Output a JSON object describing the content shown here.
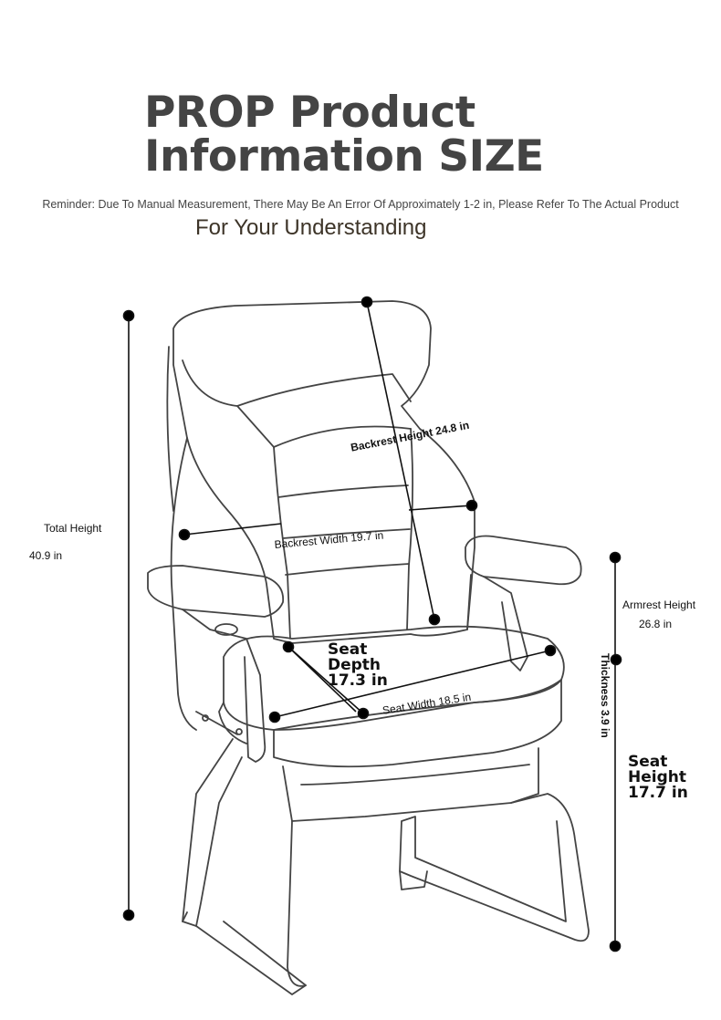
{
  "title": {
    "line1": "PROP Product",
    "line2": "Information SIZE"
  },
  "reminder": "Reminder: Due To Manual Measurement, There May Be An Error Of Approximately 1-2 in, Please Refer To The Actual Product",
  "understanding": "For Your Understanding",
  "dimensions": {
    "total_height": {
      "label": "Total Height",
      "value": "40.9 in"
    },
    "backrest_height": "Backrest Height 24.8 in",
    "backrest_width": "Backrest Width 19.7 in",
    "seat_depth": {
      "line1": "Seat",
      "line2": "Depth",
      "line3": "17.3 in"
    },
    "seat_width": "Seat Width 18.5 in",
    "armrest_height": {
      "label": "Armrest Height",
      "value": "26.8 in"
    },
    "thickness": "Thickness 3.9 in",
    "seat_height": {
      "line1": "Seat",
      "line2": "Height",
      "line3": "17.7 in"
    }
  }
}
